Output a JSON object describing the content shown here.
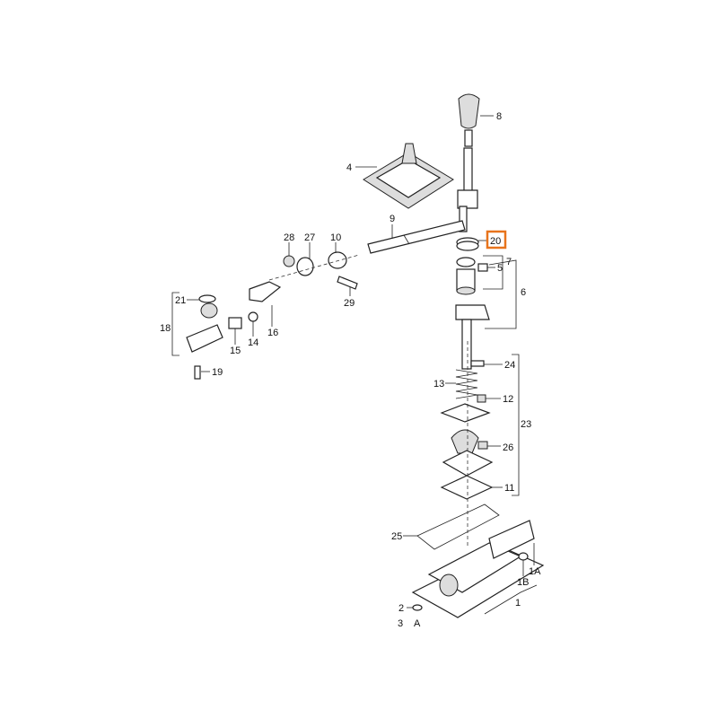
{
  "diagram": {
    "title": "Gear shift mechanism exploded parts diagram",
    "highlight_color": "#e8741c",
    "highlighted_part": "20",
    "callouts": {
      "c8": "8",
      "c4": "4",
      "c9": "9",
      "c20": "20",
      "c5": "5",
      "c7": "7",
      "c6": "6",
      "c24": "24",
      "c13": "13",
      "c12": "12",
      "c23": "23",
      "c26": "26",
      "c11": "11",
      "c25": "25",
      "c1A": "1A",
      "c1B": "1B",
      "c1": "1",
      "c2": "2",
      "c3": "3",
      "cA": "A",
      "c28": "28",
      "c27": "27",
      "c10": "10",
      "c29": "29",
      "c21": "21",
      "c18": "18",
      "c16": "16",
      "c14": "14",
      "c15": "15",
      "c19": "19"
    }
  }
}
